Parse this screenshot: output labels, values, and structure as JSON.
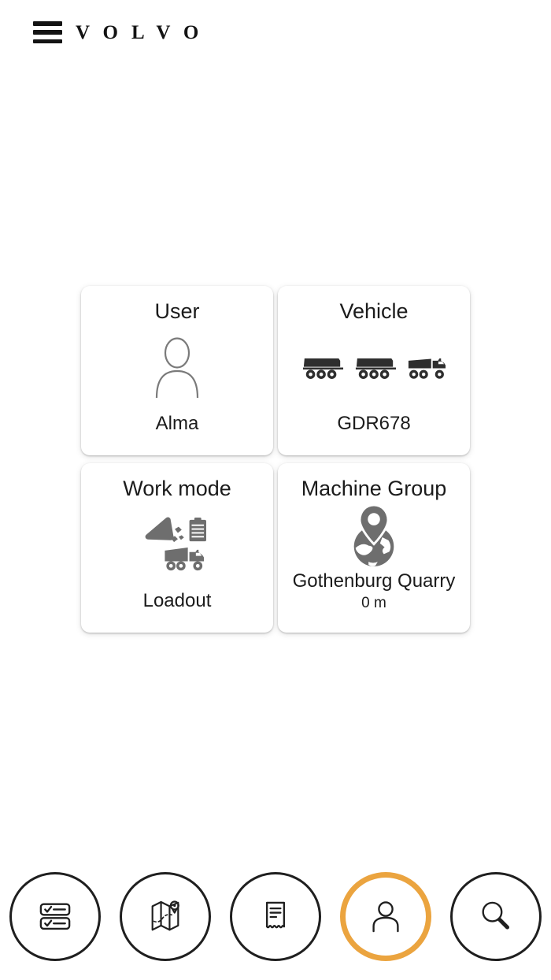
{
  "header": {
    "brand": "VOLVO"
  },
  "cards": [
    {
      "title": "User",
      "value": "Alma",
      "icon": "user-icon"
    },
    {
      "title": "Vehicle",
      "value": "GDR678",
      "icon": "truck-with-trailers-icon"
    },
    {
      "title": "Work mode",
      "value": "Loadout",
      "icon": "loadout-icon"
    },
    {
      "title": "Machine Group",
      "value": "Gothenburg Quarry",
      "subvalue": "0 m",
      "icon": "globe-pin-icon"
    }
  ],
  "bottom_nav": [
    {
      "name": "checklist",
      "icon": "checklist-icon",
      "active": false
    },
    {
      "name": "map",
      "icon": "map-icon",
      "active": false
    },
    {
      "name": "receipt",
      "icon": "receipt-icon",
      "active": false
    },
    {
      "name": "profile",
      "icon": "person-icon",
      "active": true
    },
    {
      "name": "search",
      "icon": "search-icon",
      "active": false
    }
  ],
  "colors": {
    "active_ring": "#EBA43F",
    "icon_gray": "#6e6e6e",
    "silhouette_dark": "#2e2e2e",
    "text": "#1b1b1b"
  }
}
